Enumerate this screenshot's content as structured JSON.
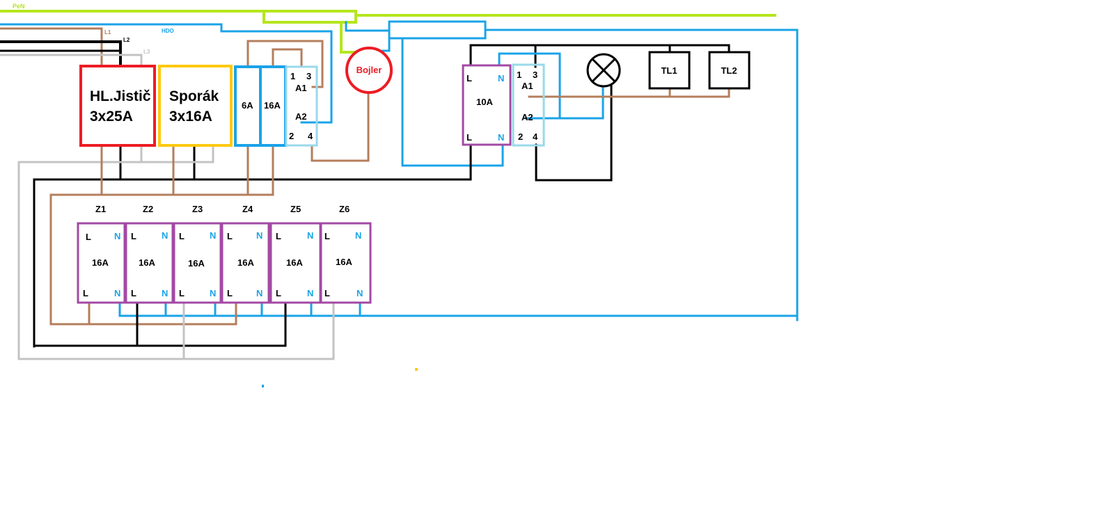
{
  "colors": {
    "brown": "#b47e5c",
    "black": "#000000",
    "gray": "#c3c3c3",
    "blue": "#1aa3e8",
    "green": "#b5e61d",
    "red": "#ed1c24",
    "yellow": "#ffc90e",
    "purple": "#a349a4",
    "lightblue": "#99d9ea",
    "label_red": "#ed1c24",
    "label_blue": "#1aa3e8"
  },
  "wires": {
    "pen_label": "PeN",
    "l1_label": "L1",
    "l2_label": "L2",
    "l3_label": "L3",
    "hdo_label": "HDO"
  },
  "main_breaker": {
    "line1": "HL.Jistič",
    "line2": "3x25A"
  },
  "stove_breaker": {
    "line1": "Sporák",
    "line2": "3x16A"
  },
  "hdo_breakers": {
    "b1": "6A",
    "b2": "16A"
  },
  "contactor1": {
    "t1": "1",
    "t3": "3",
    "a1": "A1",
    "a2": "A2",
    "t2": "2",
    "t4": "4"
  },
  "boiler": {
    "label": "Bojler"
  },
  "rcbo_light": {
    "l_top": "L",
    "n_top": "N",
    "rating": "10A",
    "l_bot": "L",
    "n_bot": "N"
  },
  "contactor2": {
    "t1": "1",
    "t3": "3",
    "a1": "A1",
    "a2": "A2",
    "t2": "2",
    "t4": "4"
  },
  "buttons": {
    "tl1": "TL1",
    "tl2": "TL2"
  },
  "circuits": [
    {
      "name": "Z1",
      "rating": "16A",
      "l": "L",
      "n": "N"
    },
    {
      "name": "Z2",
      "rating": "16A",
      "l": "L",
      "n": "N"
    },
    {
      "name": "Z3",
      "rating": "16A",
      "l": "L",
      "n": "N"
    },
    {
      "name": "Z4",
      "rating": "16A",
      "l": "L",
      "n": "N"
    },
    {
      "name": "Z5",
      "rating": "16A",
      "l": "L",
      "n": "N"
    },
    {
      "name": "Z6",
      "rating": "16A",
      "l": "L",
      "n": "N"
    }
  ]
}
